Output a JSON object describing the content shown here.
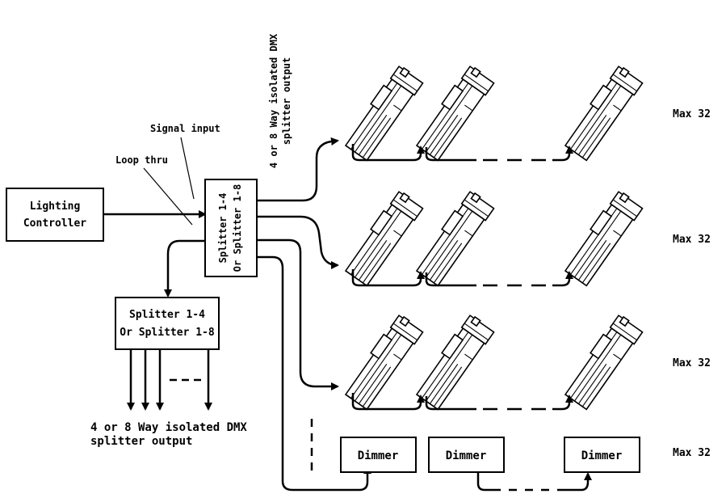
{
  "lighting_controller": {
    "line1": "Lighting",
    "line2": "Controller"
  },
  "main_splitter": {
    "line1": "Splitter 1-4",
    "line2": "Or Splitter 1-8"
  },
  "secondary_splitter": {
    "line1": "Splitter 1-4",
    "line2": "Or Splitter 1-8"
  },
  "signal_input_label": "Signal input",
  "loop_thru_label": "Loop thru",
  "top_output_label": {
    "line1": "4 or 8 Way isolated DMX",
    "line2": "splitter output"
  },
  "bottom_output_label": {
    "line1": "4 or 8 Way isolated DMX",
    "line2": "splitter output"
  },
  "max_labels": [
    "Max 32",
    "Max 32",
    "Max 32",
    "Max 32"
  ],
  "dimmers": [
    "Dimmer",
    "Dimmer",
    "Dimmer"
  ],
  "fixture_rows": 3,
  "fixtures_per_row": 3
}
